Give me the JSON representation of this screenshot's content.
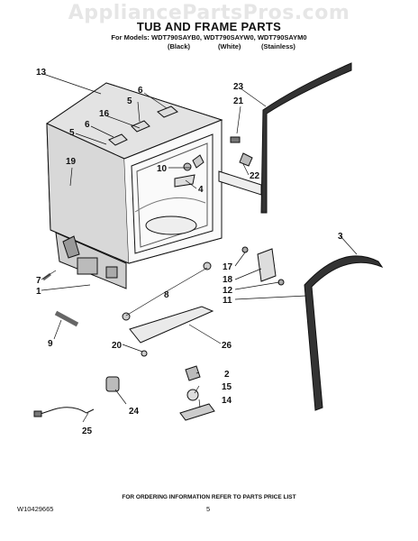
{
  "watermark": "AppliancePartsPros.com",
  "header": {
    "title": "TUB AND FRAME PARTS",
    "models_line": "For Models: WDT790SAYB0, WDT790SAYW0, WDT790SAYM0",
    "variants": [
      "(Black)",
      "(White)",
      "(Stainless)"
    ]
  },
  "callouts": [
    "13",
    "6",
    "5",
    "16",
    "6",
    "5",
    "19",
    "23",
    "21",
    "10",
    "22",
    "4",
    "3",
    "7",
    "1",
    "17",
    "18",
    "12",
    "11",
    "8",
    "9",
    "20",
    "26",
    "2",
    "15",
    "14",
    "24",
    "25"
  ],
  "footer": {
    "ordering_note": "FOR ORDERING INFORMATION REFER TO PARTS PRICE LIST",
    "doc_number": "W10429665",
    "page_number": "5"
  }
}
